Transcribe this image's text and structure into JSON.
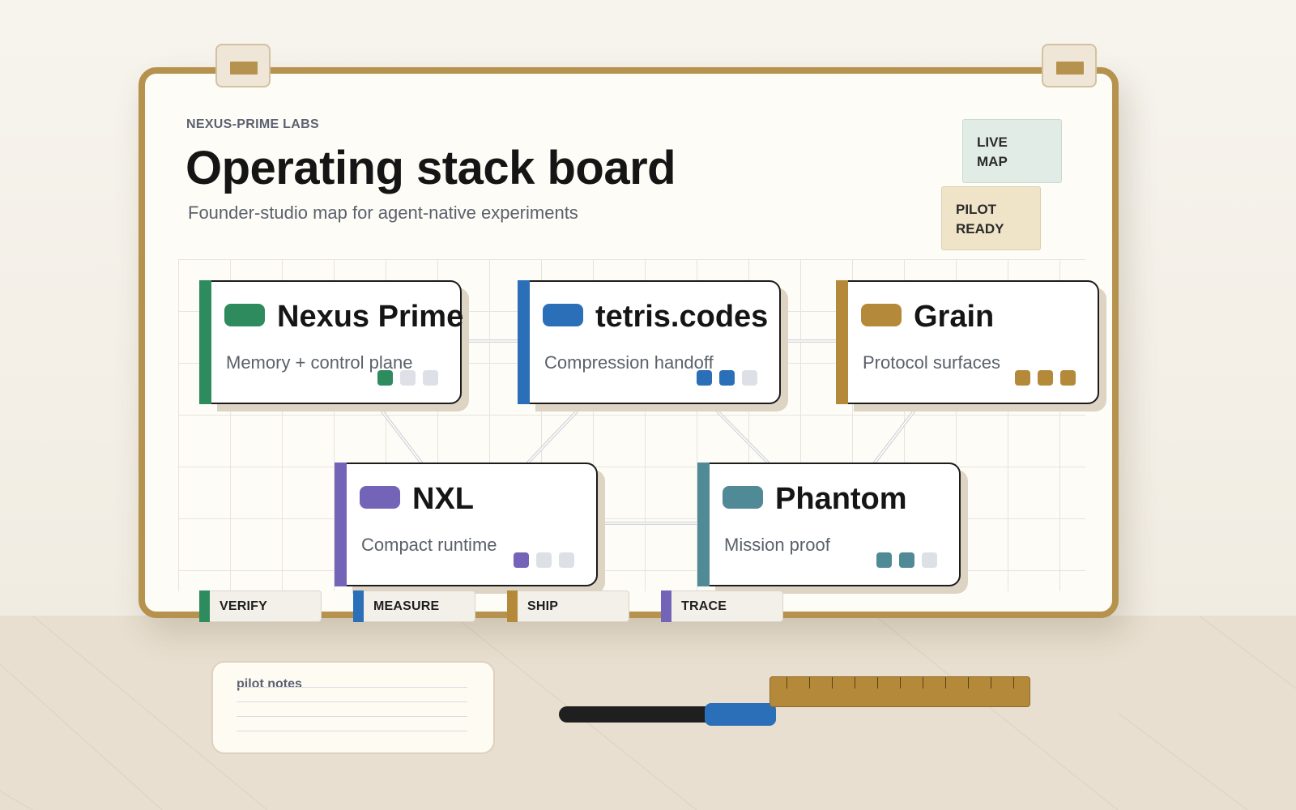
{
  "board": {
    "kicker": "NEXUS-PRIME LABS",
    "title": "Operating stack board",
    "subtitle": "Founder-studio map for agent-native experiments"
  },
  "stickies": [
    {
      "line1": "LIVE",
      "line2": "MAP"
    },
    {
      "line1": "PILOT",
      "line2": "READY"
    }
  ],
  "nodes": [
    {
      "name": "Nexus Prime",
      "desc": "Memory + control plane",
      "color": "#2e8b5e",
      "progress": 1,
      "of": 3
    },
    {
      "name": "tetris.codes",
      "desc": "Compression handoff",
      "color": "#2a6fb8",
      "progress": 2,
      "of": 3
    },
    {
      "name": "Grain",
      "desc": "Protocol surfaces",
      "color": "#b5893a",
      "progress": 3,
      "of": 3
    },
    {
      "name": "NXL",
      "desc": "Compact runtime",
      "color": "#7464b8",
      "progress": 1,
      "of": 3
    },
    {
      "name": "Phantom",
      "desc": "Mission proof",
      "color": "#4f8a96",
      "progress": 2,
      "of": 3
    }
  ],
  "tags": [
    {
      "label": "VERIFY",
      "color": "#2e8b5e"
    },
    {
      "label": "MEASURE",
      "color": "#2a6fb8"
    },
    {
      "label": "SHIP",
      "color": "#b5893a"
    },
    {
      "label": "TRACE",
      "color": "#7464b8"
    }
  ],
  "desk": {
    "notes_label": "pilot notes"
  },
  "colors": {
    "board_frame": "#b5924e",
    "board_surface": "#fdfcf7",
    "empty_dot": "#dde0e6"
  }
}
